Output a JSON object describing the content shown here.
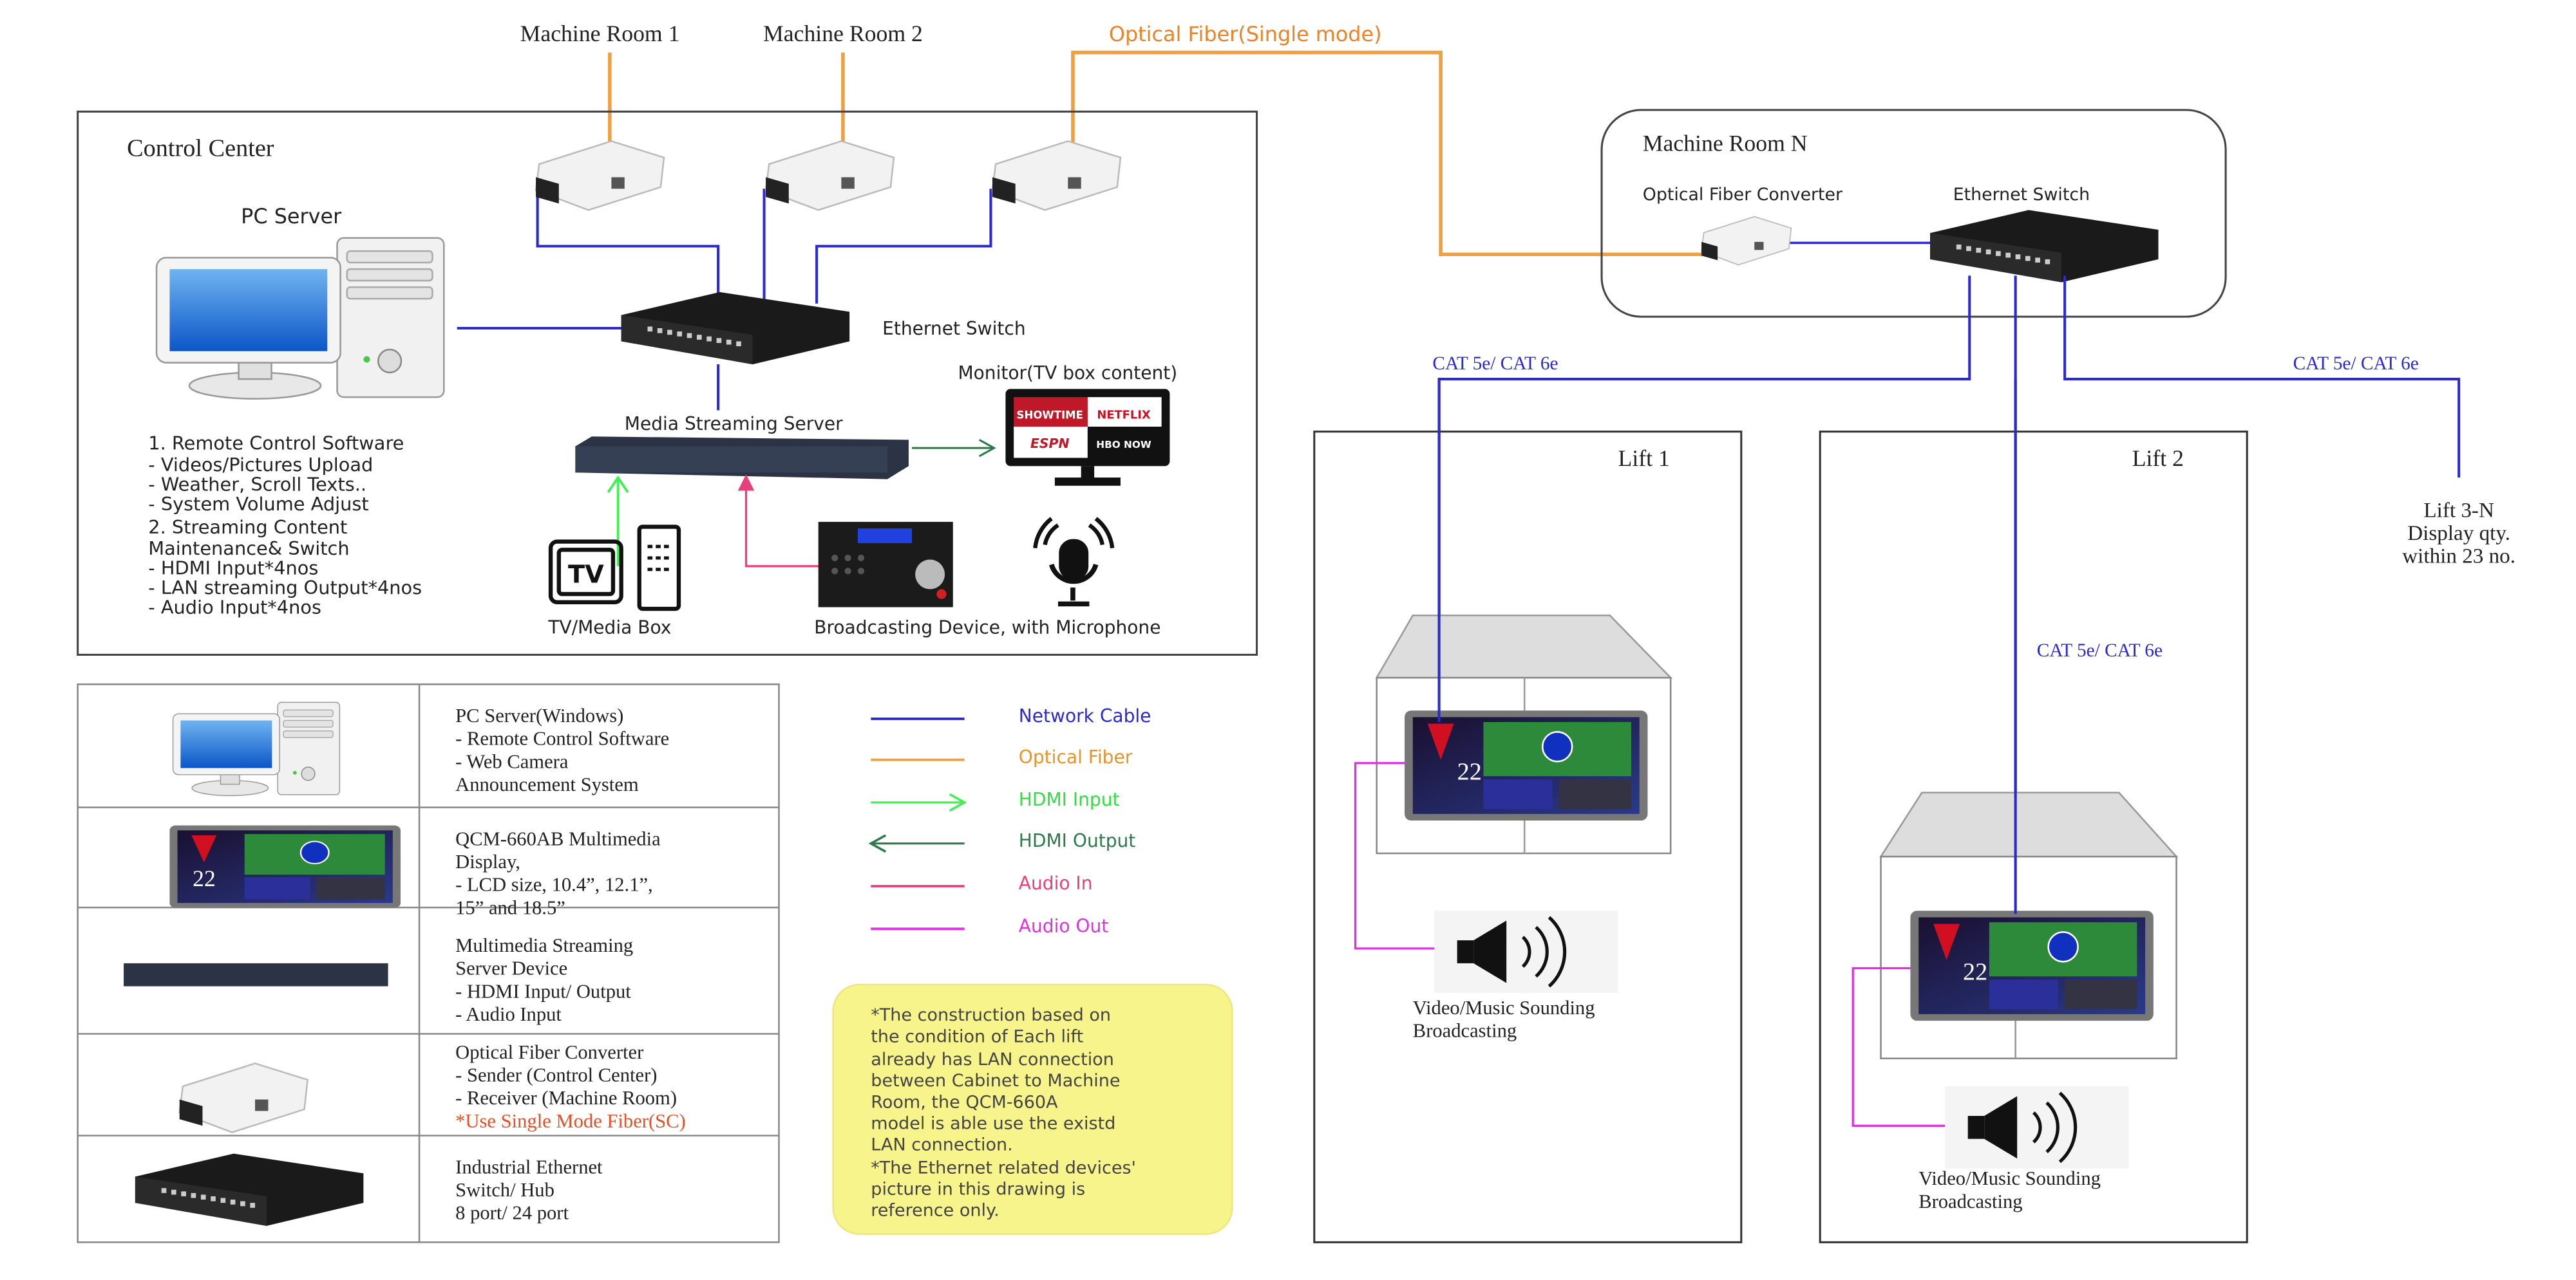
{
  "colors": {
    "network_cable": "#2a2ad0",
    "optical_fiber": "#f0a040",
    "hdmi_input": "#44ee55",
    "hdmi_output": "#2d7a4a",
    "audio_in": "#e8407a",
    "audio_out": "#e030e0",
    "note_bg": "#f8f48c",
    "warning_text": "#e0522a"
  },
  "top_labels": {
    "machine_room_1": "Machine Room 1",
    "machine_room_2": "Machine Room 2",
    "optical_fiber": "Optical Fiber(Single mode)"
  },
  "control_center": {
    "title": "Control Center",
    "pc_server": "PC Server",
    "ethernet_switch": "Ethernet Switch",
    "media_streaming_server": "Media Streaming Server",
    "monitor": "Monitor(TV box content)",
    "tv_media_box": "TV/Media Box",
    "broadcasting_device": "Broadcasting Device, with Microphone",
    "monitor_logos": [
      "SHOWTIME",
      "NETFLIX",
      "ESPN",
      "HBO NOW"
    ],
    "features": [
      "1. Remote Control Software",
      "- Videos/Pictures Upload",
      "- Weather, Scroll Texts..",
      "- System Volume Adjust",
      "2. Streaming Content",
      "Maintenance& Switch",
      "- HDMI Input*4nos",
      "- LAN streaming Output*4nos",
      "- Audio Input*4nos"
    ]
  },
  "machine_room_n": {
    "title": "Machine Room N",
    "converter_label": "Optical Fiber Converter",
    "switch_label": "Ethernet Switch"
  },
  "cables": {
    "cat_left": "CAT 5e/ CAT 6e",
    "cat_right": "CAT 5e/ CAT 6e",
    "cat_middle": "CAT 5e/ CAT 6e"
  },
  "lifts": [
    {
      "title": "Lift 1",
      "display_number": "22",
      "speaker_caption": [
        "Video/Music Sounding",
        "Broadcasting"
      ]
    },
    {
      "title": "Lift 2",
      "display_number": "22",
      "speaker_caption": [
        "Video/Music Sounding",
        "Broadcasting"
      ]
    }
  ],
  "lift_more": [
    "Lift 3-N",
    "Display qty.",
    "within 23 no."
  ],
  "device_table": [
    {
      "device": "pc-server",
      "lines": [
        "PC Server(Windows)",
        "- Remote Control Software",
        "- Web Camera",
        "Announcement System"
      ]
    },
    {
      "device": "display",
      "lines": [
        "QCM-660AB Multimedia",
        "Display,",
        "- LCD size, 10.4”, 12.1”,",
        "15” and 18.5”"
      ]
    },
    {
      "device": "streaming-server",
      "lines": [
        "Multimedia Streaming",
        "Server Device",
        "- HDMI Input/ Output",
        "- Audio Input"
      ]
    },
    {
      "device": "fiber-converter",
      "lines": [
        "Optical Fiber Converter",
        "- Sender (Control Center)",
        "- Receiver (Machine Room)"
      ],
      "warning": "*Use Single Mode Fiber(SC)"
    },
    {
      "device": "ethernet-switch",
      "lines": [
        "Industrial Ethernet",
        "Switch/ Hub",
        "8 port/ 24 port"
      ]
    }
  ],
  "legend": [
    {
      "label": "Network Cable",
      "style": "line",
      "color": "#2a2ad0"
    },
    {
      "label": "Optical Fiber",
      "style": "line",
      "color": "#f0a040"
    },
    {
      "label": "HDMI Input",
      "style": "arrow-right",
      "color": "#44ee55"
    },
    {
      "label": "HDMI Output",
      "style": "arrow-left",
      "color": "#2d7a4a"
    },
    {
      "label": "Audio In",
      "style": "line",
      "color": "#e8407a"
    },
    {
      "label": "Audio Out",
      "style": "line",
      "color": "#e030e0"
    }
  ],
  "note": [
    "*The construction based on",
    "the condition of Each lift",
    "already has LAN connection",
    "between Cabinet to Machine",
    "Room, the QCM-660A",
    "model is able use the existd",
    "LAN connection.",
    "*The Ethernet related devices'",
    "picture in this drawing is",
    "reference only."
  ]
}
